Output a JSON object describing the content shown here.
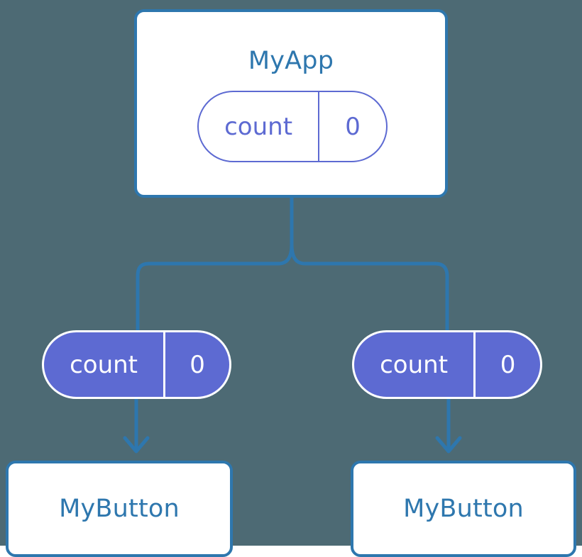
{
  "diagram": {
    "title": "MyApp component tree with count state",
    "background_color": "#4d6a74",
    "line_color": "#2e77ae",
    "node_border_color": "#2e77ae",
    "node_fill_color": "#ffffff",
    "node_text_color": "#2e77ae",
    "state_accent_color": "#5d6ad2",
    "state_text_color_filled": "#ffffff"
  },
  "root": {
    "label": "MyApp",
    "state": {
      "key": "count",
      "value": "0"
    }
  },
  "branches": [
    {
      "state": {
        "key": "count",
        "value": "0"
      },
      "child": {
        "label": "MyButton"
      }
    },
    {
      "state": {
        "key": "count",
        "value": "0"
      },
      "child": {
        "label": "MyButton"
      }
    }
  ]
}
